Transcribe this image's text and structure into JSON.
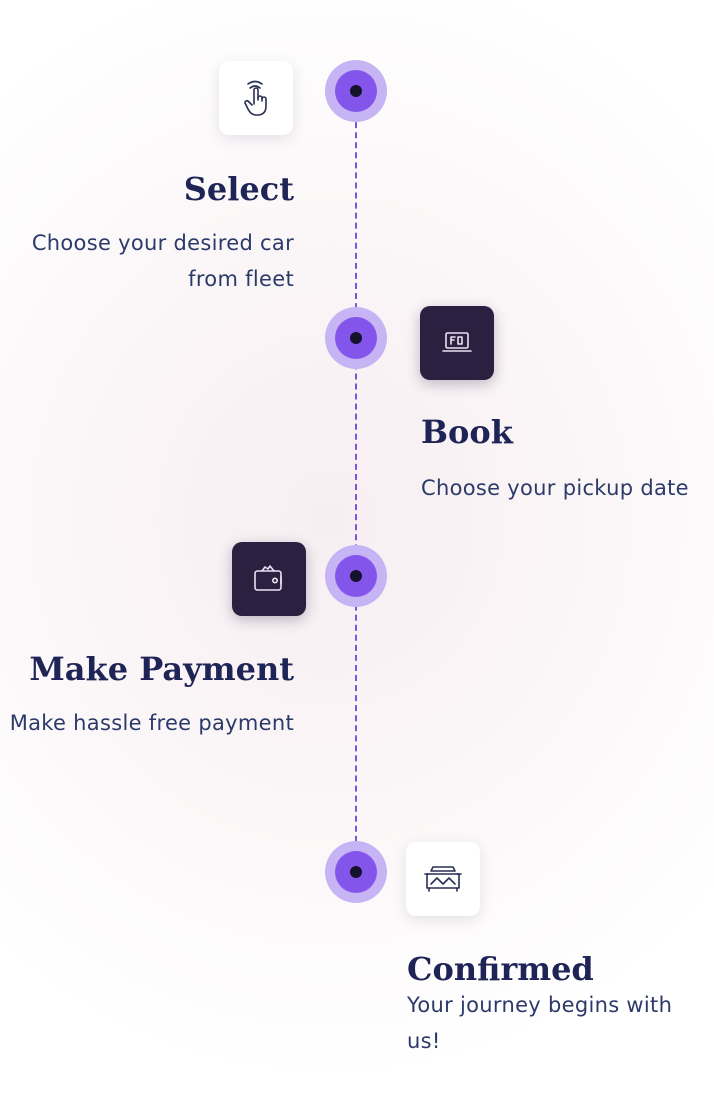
{
  "steps": [
    {
      "title": "Select",
      "description": "Choose your desired car from fleet",
      "icon": "tap-finger-icon",
      "icon_style": "light",
      "side": "left"
    },
    {
      "title": "Book",
      "description": "Choose your pickup date",
      "icon": "laptop-icon",
      "icon_style": "dark",
      "side": "right"
    },
    {
      "title": "Make Payment",
      "description": "Make hassle free payment",
      "icon": "wallet-icon",
      "icon_style": "dark",
      "side": "left"
    },
    {
      "title": "Confirmed",
      "description": "Your journey begins with us!",
      "icon": "car-icon",
      "icon_style": "light",
      "side": "right"
    }
  ],
  "colors": {
    "node_outer": "#c6b4f4",
    "node_mid": "#8455ea",
    "node_core": "#15122b",
    "line": "#7a55e0",
    "title": "#1f2456",
    "text": "#2c3a6a",
    "dark_tile": "#2c2040"
  }
}
